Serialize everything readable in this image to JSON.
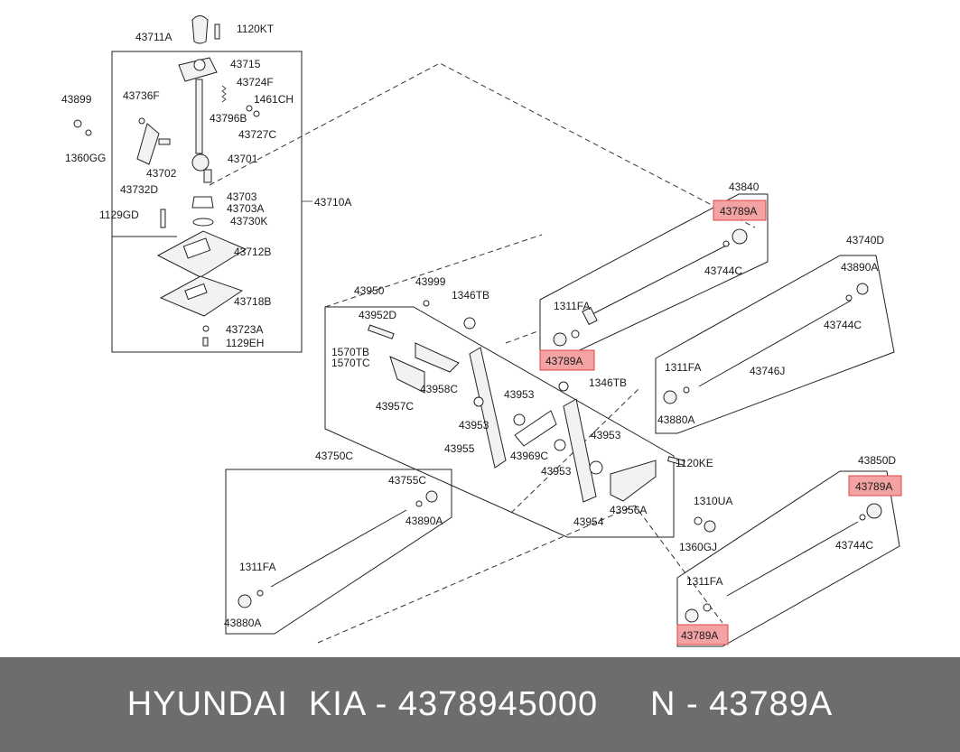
{
  "labels": {
    "p43711A": "43711A",
    "p1120KT": "1120KT",
    "p43715": "43715",
    "p43736F": "43736F",
    "p43724F": "43724F",
    "p43899": "43899",
    "p43796B": "43796B",
    "p1461CH": "1461CH",
    "p43727C": "43727C",
    "p1360GG": "1360GG",
    "p43702": "43702",
    "p43701": "43701",
    "p43732D": "43732D",
    "p43703": "43703",
    "p43703A": "43703A",
    "p43710A": "43710A",
    "p1129GD": "1129GD",
    "p43730K": "43730K",
    "p43712B": "43712B",
    "p43718B": "43718B",
    "p43723A": "43723A",
    "p1129EH": "1129EH",
    "p43840": "43840",
    "p43789A_1": "43789A",
    "p43744C_1": "43744C",
    "p1311FA_1": "1311FA",
    "p43789A_2": "43789A",
    "p43740D": "43740D",
    "p43890A_1": "43890A",
    "p43744C_2": "43744C",
    "p1311FA_2": "1311FA",
    "p43746J": "43746J",
    "p43880A_1": "43880A",
    "p43950": "43950",
    "p43999": "43999",
    "p1346TB_1": "1346TB",
    "p43952D": "43952D",
    "p1570TB": "1570TB",
    "p1570TC": "1570TC",
    "p43958C": "43958C",
    "p43957C": "43957C",
    "p43953_1": "43953",
    "p1346TB_2": "1346TB",
    "p43953_2": "43953",
    "p43955": "43955",
    "p43969C": "43969C",
    "p43953_3": "43953",
    "p43953_4": "43953",
    "p43954": "43954",
    "p43956A": "43956A",
    "p1120KE": "1120KE",
    "p1310UA": "1310UA",
    "p1360GJ": "1360GJ",
    "p43850D": "43850D",
    "p43789A_3": "43789A",
    "p43744C_3": "43744C",
    "p1311FA_3": "1311FA",
    "p43789A_4": "43789A",
    "p43750C": "43750C",
    "p43755C": "43755C",
    "p43890A_2": "43890A",
    "p1311FA_4": "1311FA",
    "p43880A_2": "43880A"
  },
  "highlight_color": "#f3a3a3",
  "footer": {
    "text": "HYUNDAI  KIA - 4378945000     N - 43789A",
    "background": "#6d6d6d"
  }
}
